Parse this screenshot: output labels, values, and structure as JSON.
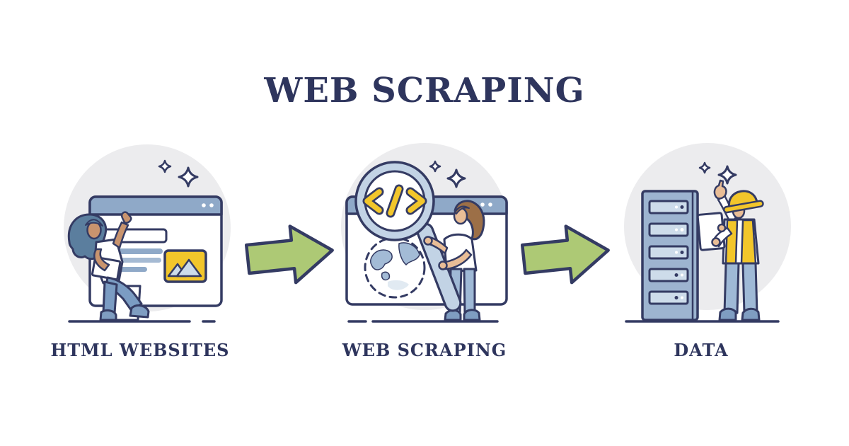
{
  "title": "WEB SCRAPING",
  "steps": [
    {
      "id": "html-websites",
      "label": "HTML WEBSITES",
      "icons": [
        "sparkles-icon",
        "browser-window-icon",
        "search-bar",
        "text-lines",
        "image-placeholder-icon",
        "person-with-laptop-icon"
      ]
    },
    {
      "id": "web-scraping",
      "label": "WEB SCRAPING",
      "icons": [
        "sparkles-icon",
        "browser-window-icon",
        "globe-icon",
        "magnifier-icon",
        "code-icon",
        "person-holding-magnifier-icon"
      ]
    },
    {
      "id": "data",
      "label": "DATA",
      "icons": [
        "sparkles-icon",
        "server-rack-icon",
        "construction-worker-icon",
        "document-panel-icon"
      ]
    }
  ],
  "arrows": [
    {
      "from": "HTML WEBSITES",
      "to": "WEB SCRAPING",
      "icon": "arrow-right-icon"
    },
    {
      "from": "WEB SCRAPING",
      "to": "DATA",
      "icon": "arrow-right-icon"
    }
  ],
  "colors": {
    "outline": "#343b63",
    "title": "#2e355d",
    "circle": "#ececee",
    "blue": "#8fa9c8",
    "server": "#9db4d0",
    "lightblue": "#c2d3e5",
    "paleblue": "#cddcea",
    "land": "#a3bbd6",
    "yellow": "#f2c62b",
    "green": "#adc975",
    "skin-tan": "#c9946e",
    "skin-light": "#e9bd96",
    "hair-blue": "#5b7e9e",
    "hair-brown": "#9c6f47",
    "jeans": "#7b9cc3",
    "jeans-light": "#9fb9d6",
    "shoe": "#7f9dc1"
  }
}
